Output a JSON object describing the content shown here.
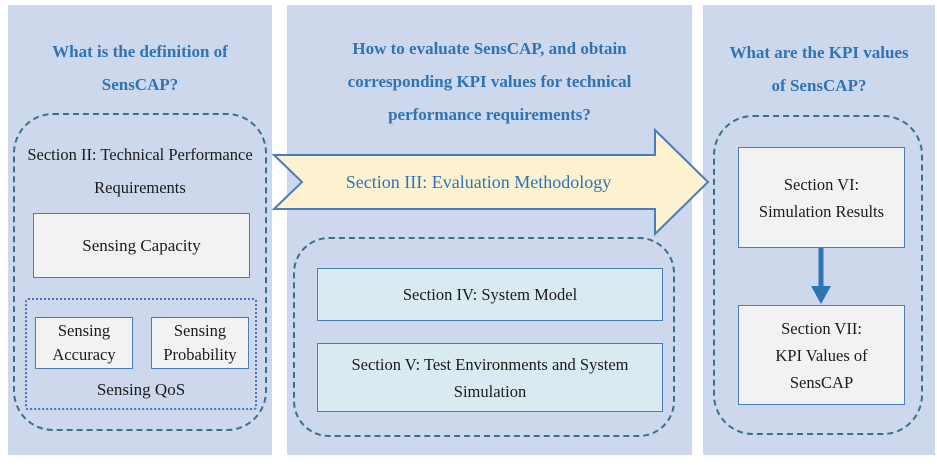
{
  "colors": {
    "panel_bg": "#cdd8ec",
    "header_text": "#2e74b5",
    "dashed_border": "#3a7186",
    "dotted_border": "#4673c8",
    "box_border": "#4a7cba",
    "gray_box_bg": "#f2f2f2",
    "blue_box_bg": "#daeaf1",
    "arrow_fill": "#fcf2cf",
    "down_arrow": "#2e75b6",
    "body_text": "#1b1b1b"
  },
  "left": {
    "header_lines": [
      "What is the definition of",
      "SensCAP?"
    ],
    "section2_lines": [
      "Section II: Technical Performance",
      "Requirements"
    ],
    "sensing_capacity": "Sensing Capacity",
    "sensing_accuracy_lines": [
      "Sensing",
      "Accuracy"
    ],
    "sensing_probability_lines": [
      "Sensing",
      "Probability"
    ],
    "sensing_qos": "Sensing QoS"
  },
  "middle": {
    "header_lines": [
      "How to evaluate SensCAP, and obtain",
      "corresponding KPI values for technical",
      "performance requirements?"
    ],
    "section3": "Section III: Evaluation Methodology",
    "section4": "Section IV: System Model",
    "section5_lines": [
      "Section V: Test Environments and System",
      "Simulation"
    ]
  },
  "right": {
    "header_lines": [
      "What are the KPI values",
      "of SensCAP?"
    ],
    "section6_lines": [
      "Section VI:",
      "Simulation Results"
    ],
    "section7_lines": [
      "Section VII:",
      "KPI Values of",
      "SensCAP"
    ]
  }
}
